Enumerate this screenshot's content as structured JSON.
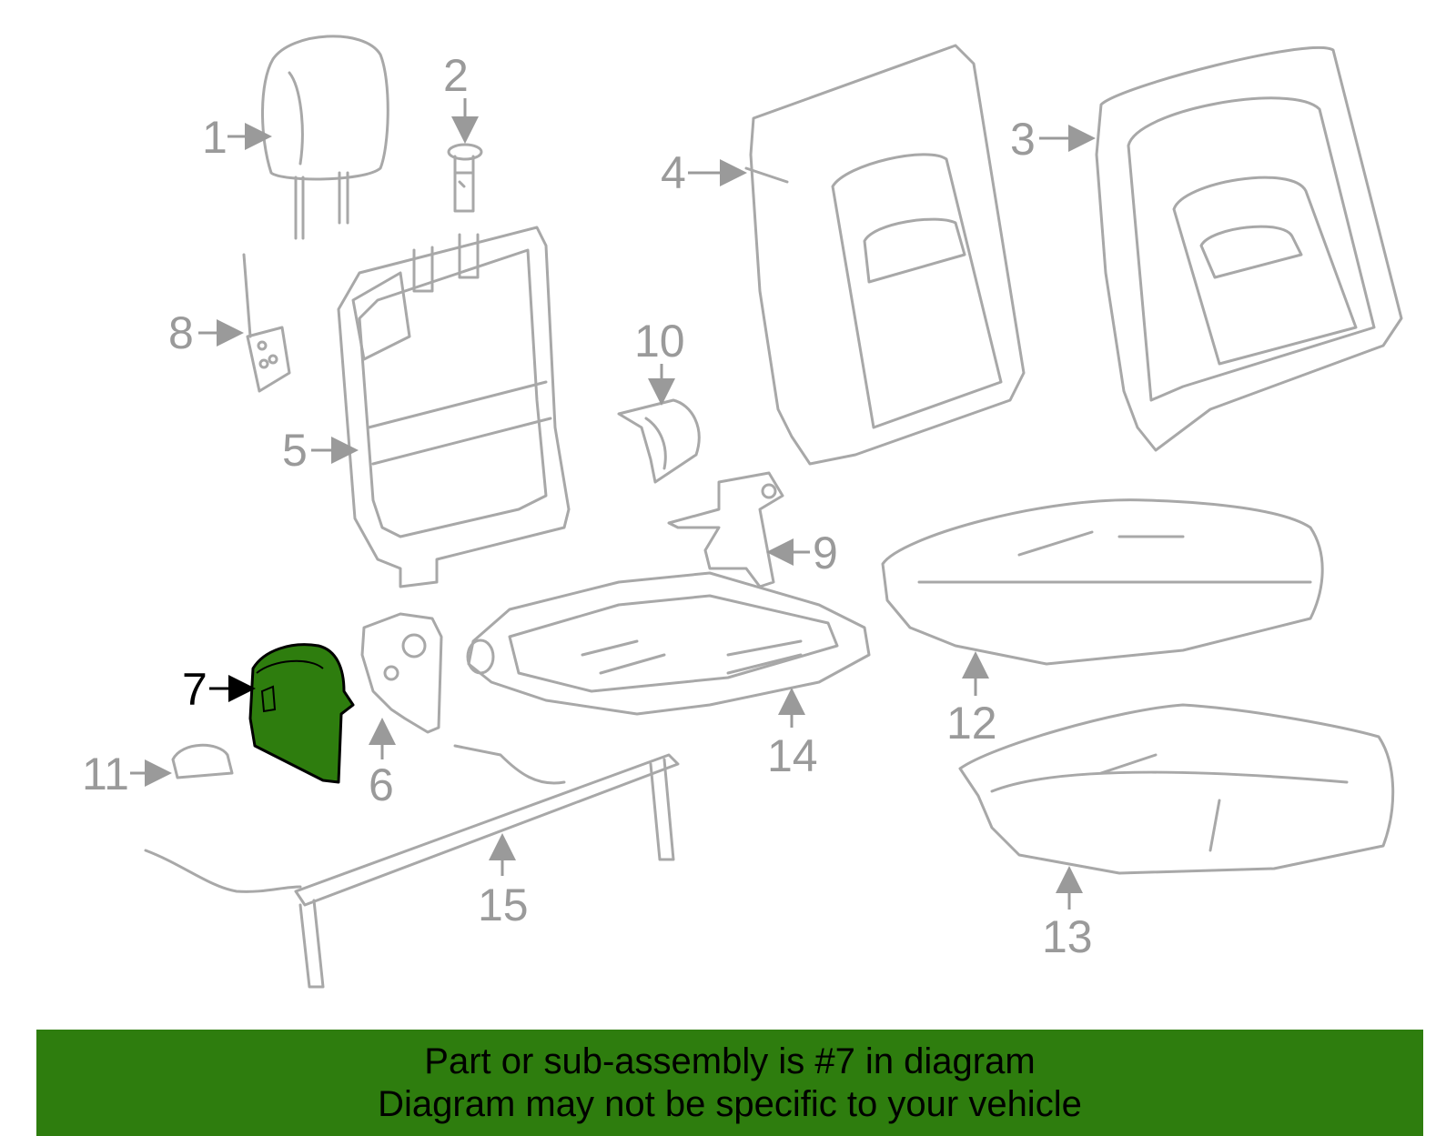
{
  "diagram": {
    "labels": [
      "1",
      "2",
      "3",
      "4",
      "5",
      "6",
      "7",
      "8",
      "9",
      "10",
      "11",
      "12",
      "13",
      "14",
      "15"
    ],
    "highlighted_part": "7",
    "highlight_color": "#2e7d0e",
    "part_outline_color": "#a8a8a8",
    "label_color": "#9a9a9a"
  },
  "banner": {
    "line1": "Part or sub-assembly is #7 in diagram",
    "line2": "Diagram may not be specific to your vehicle",
    "background": "#2e7d0e"
  }
}
